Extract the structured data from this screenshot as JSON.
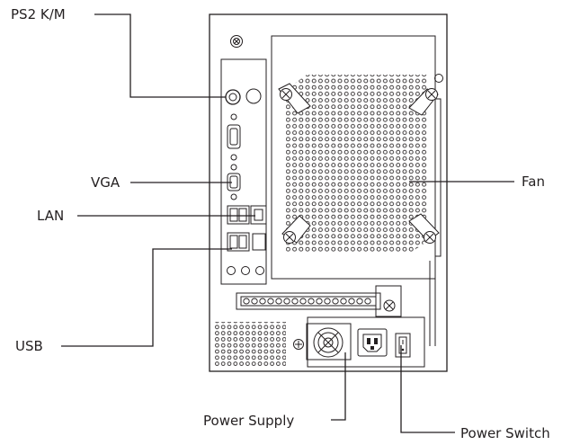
{
  "labels": {
    "ps2": "PS2 K/M",
    "vga": "VGA",
    "lan": "LAN",
    "usb": "USB",
    "fan": "Fan",
    "power_supply": "Power Supply",
    "power_switch": "Power Switch"
  },
  "colors": {
    "line": "#231f20",
    "background": "#ffffff"
  }
}
